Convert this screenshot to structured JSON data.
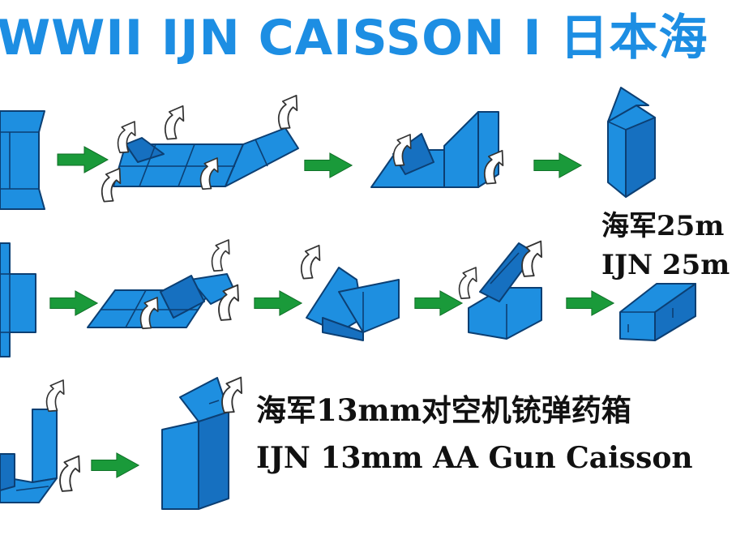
{
  "title": "WWII IJN CAISSON I 日本海",
  "labels": {
    "caisson_25mm_cn": "海军25m",
    "caisson_25mm_en": "IJN 25m",
    "caisson_13mm_cn": "海军13mm对空机铳弹药箱",
    "caisson_13mm_en": "IJN 13mm AA Gun Caisson"
  },
  "colors": {
    "title": "#1d8ee3",
    "box": "#1e8fe0",
    "outline": "#0c3f73",
    "step_arrow": "#1a9a3a"
  },
  "icons": [
    "green-step-arrow",
    "curled-fold-arrow"
  ]
}
